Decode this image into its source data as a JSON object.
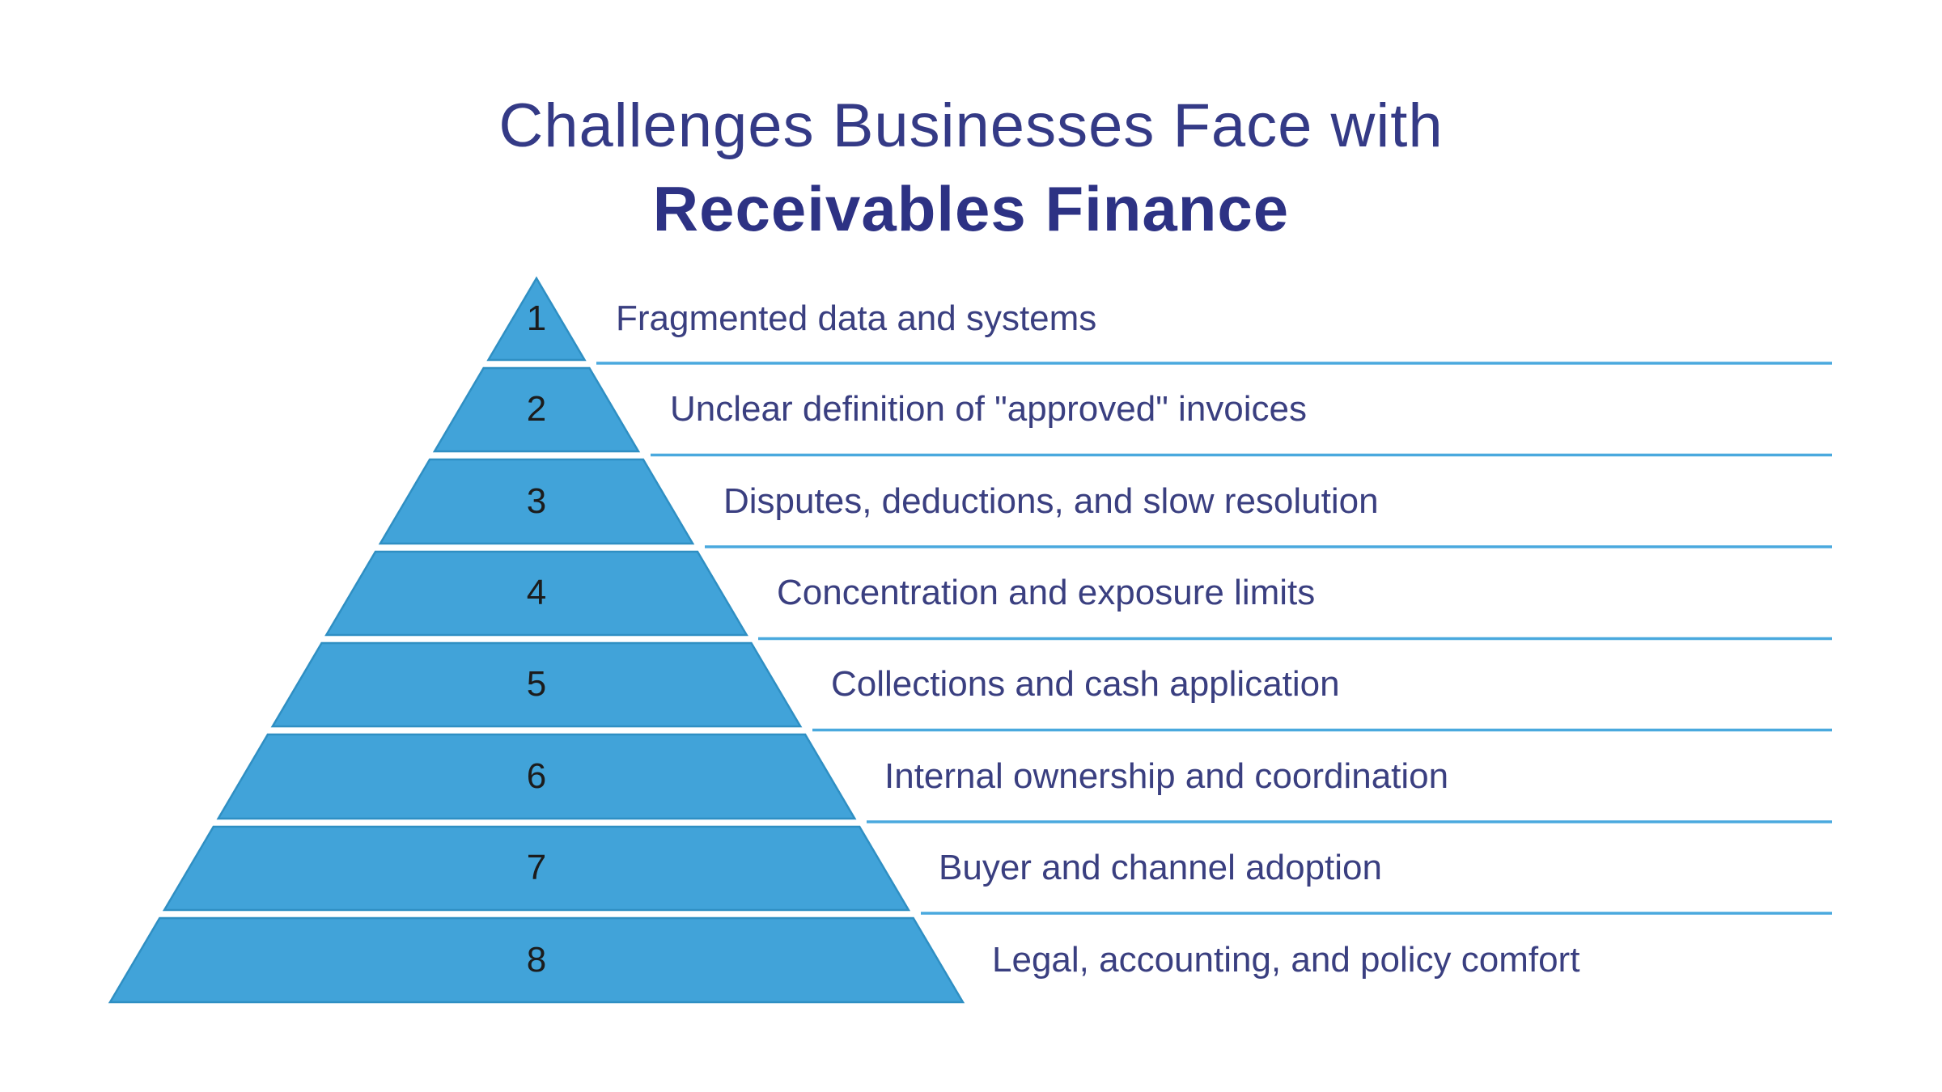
{
  "title": {
    "line1": "Challenges Businesses Face with",
    "line2": "Receivables Finance"
  },
  "pyramid": {
    "rows": [
      {
        "number": "1",
        "label": "Fragmented data and systems"
      },
      {
        "number": "2",
        "label": "Unclear definition of \"approved\" invoices"
      },
      {
        "number": "3",
        "label": "Disputes, deductions, and slow resolution"
      },
      {
        "number": "4",
        "label": "Concentration and exposure limits"
      },
      {
        "number": "5",
        "label": "Collections and cash application"
      },
      {
        "number": "6",
        "label": "Internal ownership and coordination"
      },
      {
        "number": "7",
        "label": "Buyer and channel adoption"
      },
      {
        "number": "8",
        "label": "Legal, accounting, and policy comfort"
      }
    ]
  },
  "colors": {
    "background": "#ffffff",
    "pyramid_fill": "#41a3d9",
    "pyramid_stroke": "#2f8fc3",
    "separator_line": "#4aa9de",
    "title_regular": "#343a86",
    "title_bold": "#2d3284",
    "label_text": "#3a3f80",
    "number_text": "#1c1c1c"
  }
}
